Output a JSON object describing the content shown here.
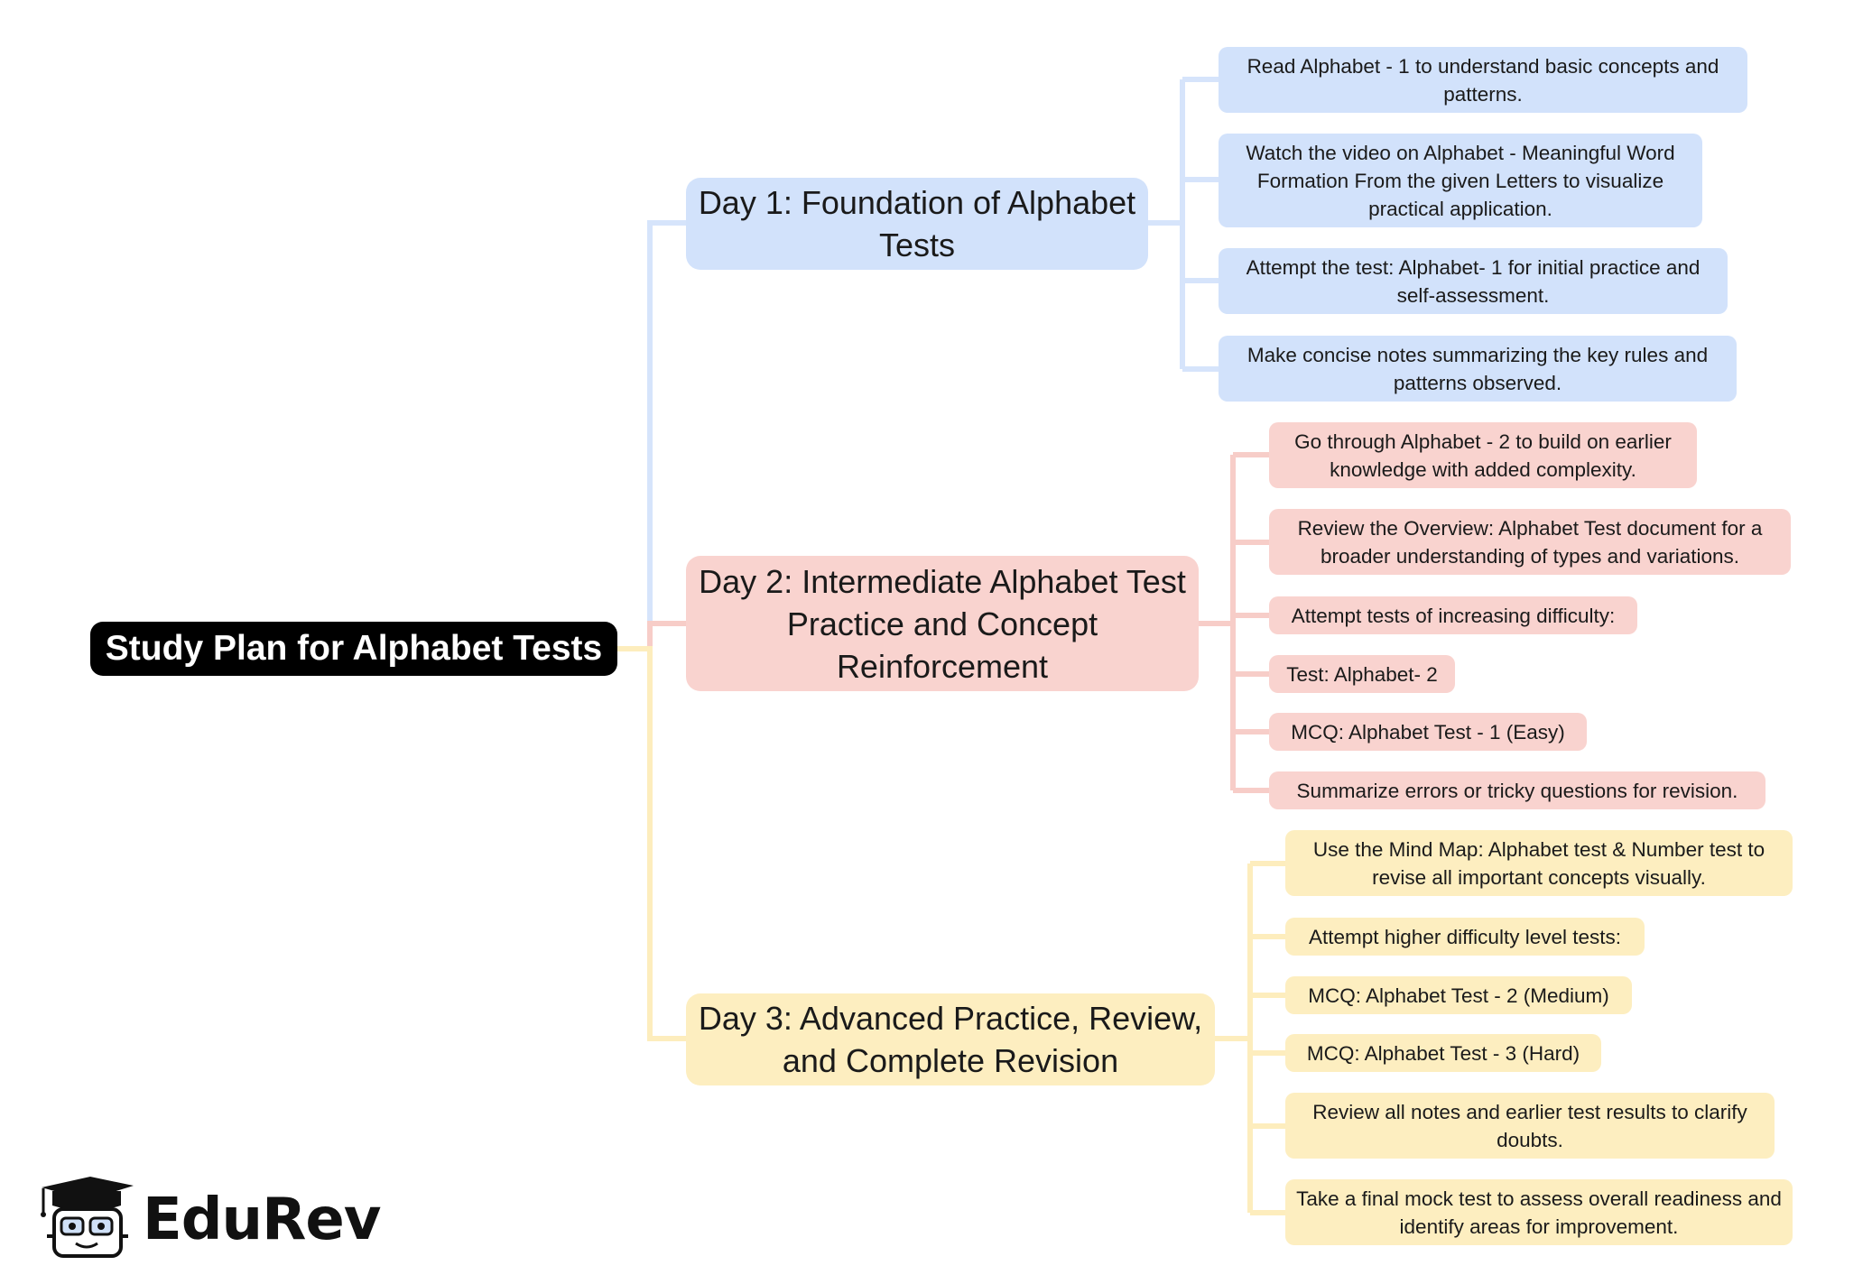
{
  "root": {
    "title": "Study Plan for Alphabet Tests"
  },
  "days": [
    {
      "title": "Day 1: Foundation of Alphabet Tests",
      "color": "#d2e2fb",
      "items": [
        "Read Alphabet - 1 to understand basic concepts and patterns.",
        "Watch the video on Alphabet - Meaningful Word Formation From the given Letters to visualize practical application.",
        "Attempt the test: Alphabet- 1 for initial practice and self-assessment.",
        "Make concise notes summarizing the key rules and patterns observed."
      ]
    },
    {
      "title": "Day 2: Intermediate Alphabet Test Practice and Concept Reinforcement",
      "color": "#f9d3cf",
      "items": [
        "Go through Alphabet - 2 to build on earlier knowledge with added complexity.",
        "Review the Overview: Alphabet Test document for a broader understanding of types and variations.",
        "Attempt tests of increasing difficulty:",
        "Test: Alphabet- 2",
        "MCQ: Alphabet Test - 1 (Easy)",
        "Summarize errors or tricky questions for revision."
      ]
    },
    {
      "title": "Day 3: Advanced Practice, Review, and Complete Revision",
      "color": "#fdeec0",
      "items": [
        "Use the Mind Map: Alphabet test & Number test to revise all important concepts visually.",
        "Attempt higher difficulty level tests:",
        "MCQ: Alphabet Test - 2 (Medium)",
        "MCQ: Alphabet Test - 3 (Hard)",
        "Review all notes and earlier test results to clarify doubts.",
        "Take a final mock test to assess overall readiness and identify areas for improvement."
      ]
    }
  ],
  "logo": {
    "text": "EduRev",
    "icon": "graduation-cap-mascot-icon"
  },
  "colors": {
    "blue_line": "#d6e4fb",
    "red_line": "#f7cdc8",
    "yellow_line": "#fdedbd",
    "root_bg": "#000000"
  }
}
